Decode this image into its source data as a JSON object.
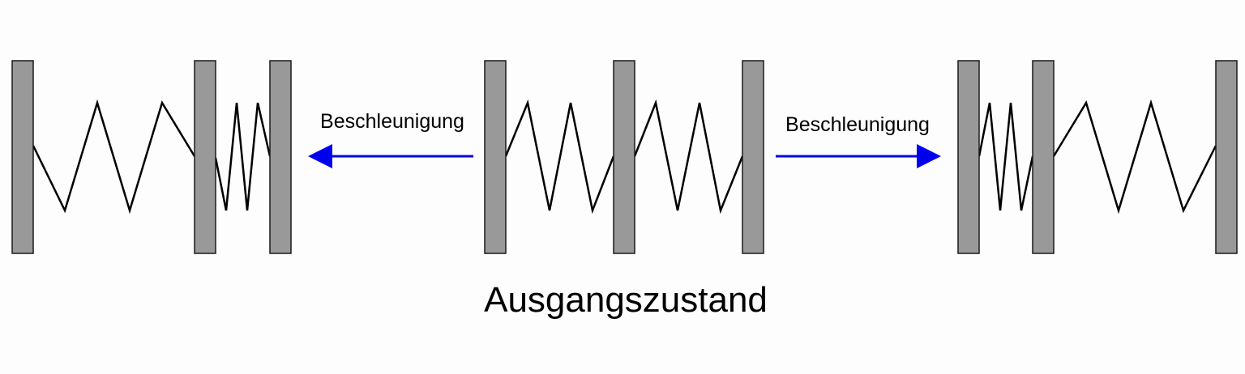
{
  "labels": {
    "left_arrow": "Beschleunigung",
    "right_arrow": "Beschleunigung",
    "caption": "Ausgangszustand"
  },
  "colors": {
    "plate_fill": "#999999",
    "plate_stroke": "#1a1a1a",
    "spring": "#000000",
    "arrow": "#0000ee",
    "background": "#fdfdfd"
  },
  "groups": [
    {
      "id": "left",
      "state": "compressed-right",
      "arrow_direction": "left"
    },
    {
      "id": "center",
      "state": "initial"
    },
    {
      "id": "right",
      "state": "compressed-left",
      "arrow_direction": "right"
    }
  ]
}
